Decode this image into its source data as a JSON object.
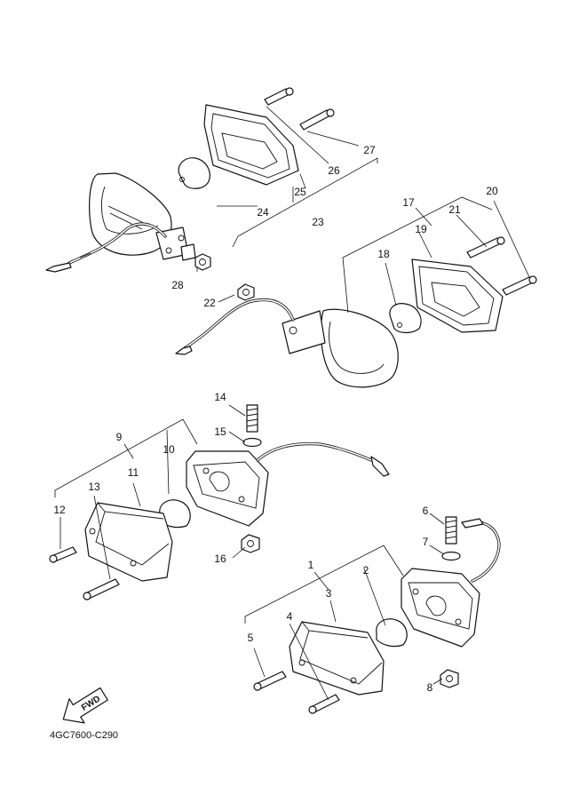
{
  "diagram_code": "4GC7600-C290",
  "fwd_arrow_text": "FWD",
  "callouts": {
    "c1": "1",
    "c2": "2",
    "c3": "3",
    "c4": "4",
    "c5": "5",
    "c6": "6",
    "c7": "7",
    "c8": "8",
    "c9": "9",
    "c10": "10",
    "c11": "11",
    "c12": "12",
    "c13": "13",
    "c14": "14",
    "c15": "15",
    "c16": "16",
    "c17": "17",
    "c18": "18",
    "c19": "19",
    "c20": "20",
    "c21": "21",
    "c22": "22",
    "c23": "23",
    "c24": "24",
    "c25": "25",
    "c26": "26",
    "c27": "27",
    "c28": "28"
  }
}
